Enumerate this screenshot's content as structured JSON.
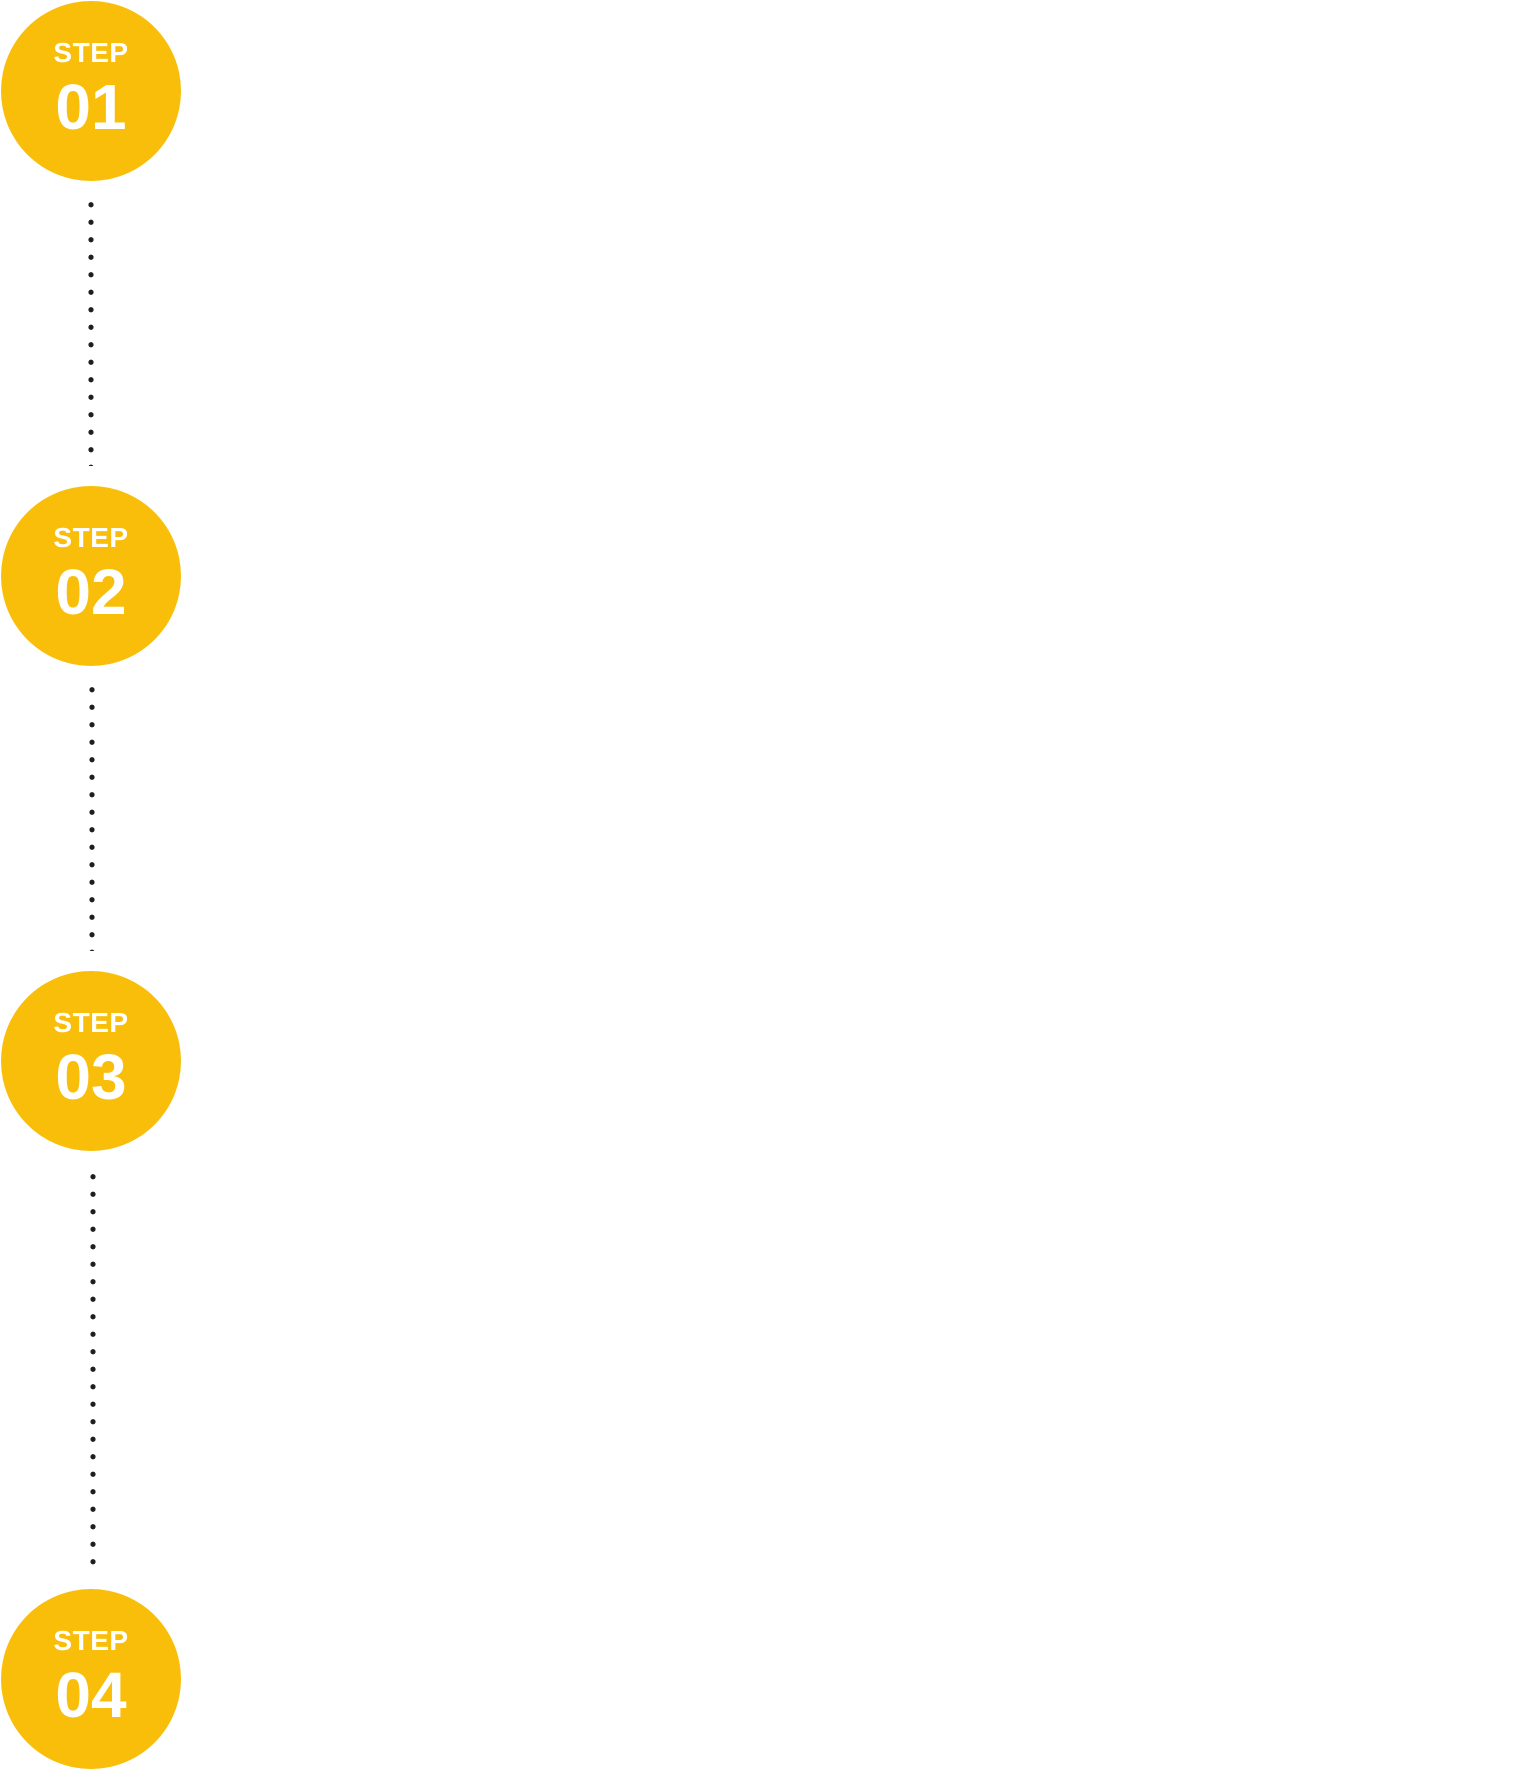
{
  "colors": {
    "accent": "#F9BE0A",
    "text_on_accent": "#FFFFFF",
    "connector_dots": "#1F1F1F",
    "background": "#FFFFFF"
  },
  "steps": [
    {
      "label": "STEP",
      "number": "01"
    },
    {
      "label": "STEP",
      "number": "02"
    },
    {
      "label": "STEP",
      "number": "03"
    },
    {
      "label": "STEP",
      "number": "04"
    }
  ]
}
